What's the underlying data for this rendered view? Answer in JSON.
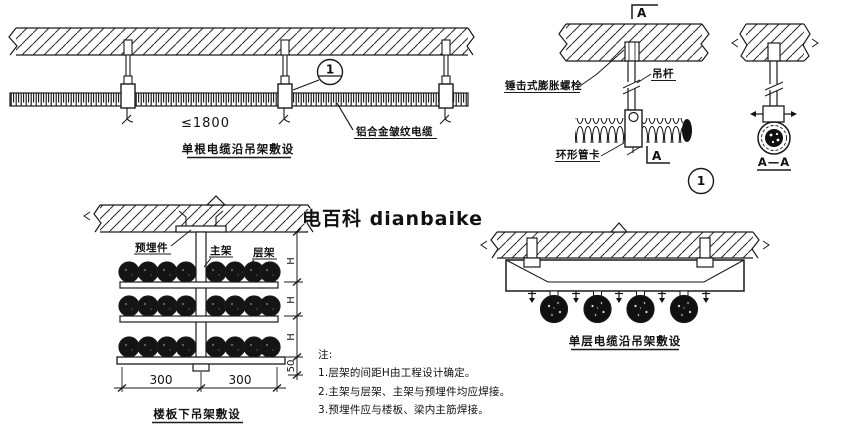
{
  "watermark": {
    "text": "电百科 dianbaike",
    "color": "#eec43f"
  },
  "drawing_single_cable": {
    "title": "单根电缆沿吊架敷设",
    "max_spacing": "≤1800",
    "cable_label": "铝合金皱纹电缆",
    "detail_callout": "1"
  },
  "drawing_hanger_detail": {
    "section_mark_top": "A",
    "section_mark_bottom": "A",
    "anchor_bolt_label": "锤击式膨胀螺栓",
    "rod_label": "吊杆",
    "ring_clamp_label": "环形管卡",
    "detail_callout": "1"
  },
  "drawing_section": {
    "title": "A—A"
  },
  "drawing_multilayer": {
    "title": "楼板下吊架敷设",
    "embed_part_label": "预埋件",
    "main_frame_label": "主架",
    "shelf_label": "层架",
    "dim_left": "300",
    "dim_right": "300",
    "dim_hook": "50",
    "dim_h1": "H",
    "dim_h2": "H",
    "dim_h3": "H"
  },
  "drawing_single_layer": {
    "title": "单层电缆沿吊架敷设"
  },
  "notes": {
    "heading": "注:",
    "items": [
      "1.层架的间距H由工程设计确定。",
      "2.主架与层架、主架与预埋件均应焊接。",
      "3.预埋件应与楼板、梁内主筋焊接。"
    ]
  }
}
